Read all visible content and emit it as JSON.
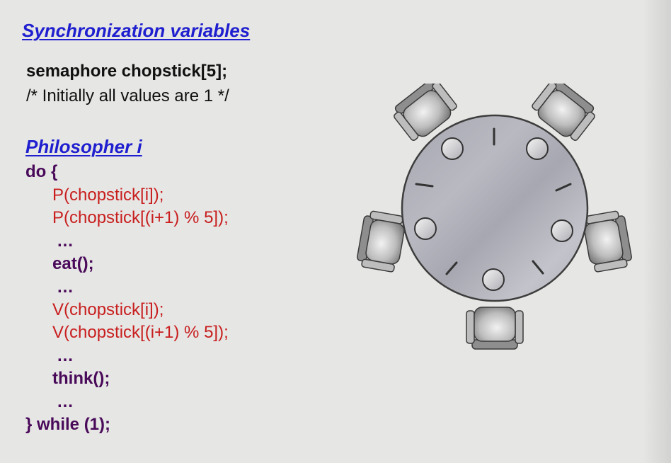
{
  "sync_section": {
    "heading": "Synchronization variables",
    "declaration": "semaphore chopstick[5];",
    "comment": "/* Initially all values are 1 */"
  },
  "philosopher_section": {
    "heading": "Philosopher i",
    "code_lines": [
      "do {",
      "P(chopstick[i]);",
      "P(chopstick[(i+1) % 5]);",
      "…",
      "eat();",
      "…",
      "V(chopstick[i]);",
      "V(chopstick[(i+1) % 5]);",
      "…",
      "think();",
      "…",
      "} while (1);"
    ]
  },
  "colors": {
    "heading": "#1f1fd0",
    "keyword": "#4a0a5a",
    "semaphore_op": "#c81e1e",
    "background": "#e6e6e4"
  }
}
